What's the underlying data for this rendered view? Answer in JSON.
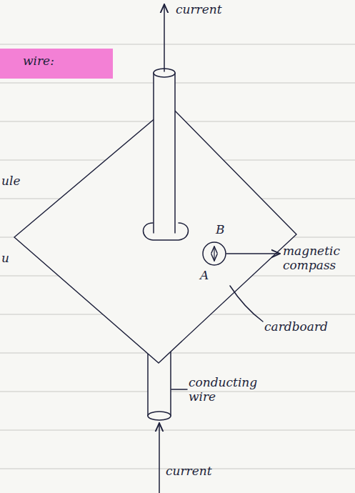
{
  "diagram": {
    "labels": [
      "current",
      "wire:",
      "ule",
      "magnetic compass",
      "B",
      "A",
      "u",
      "cardboard",
      "conducting wire",
      "current"
    ]
  }
}
